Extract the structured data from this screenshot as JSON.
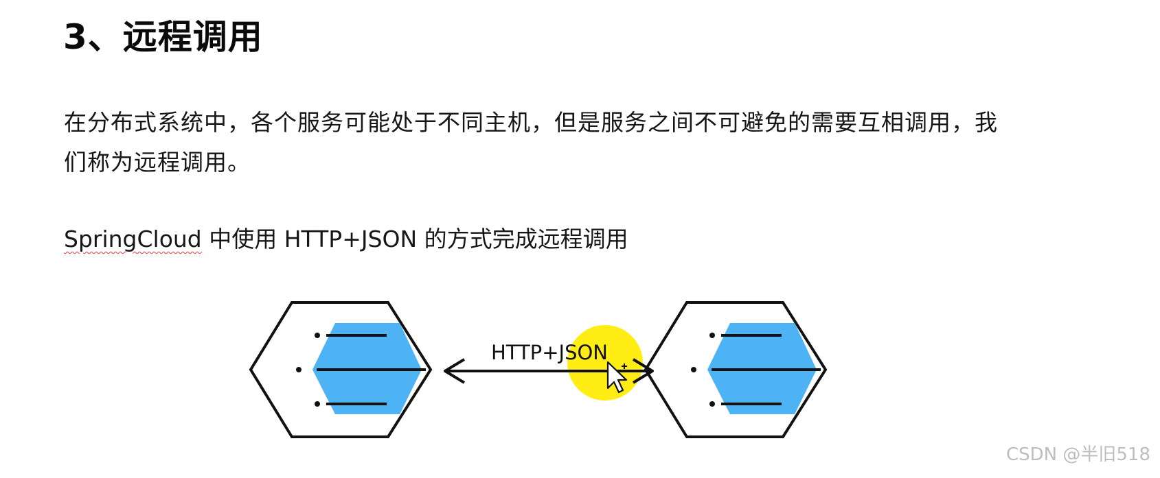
{
  "heading": "3、远程调用",
  "paragraph": {
    "line1": "在分布式系统中，各个服务可能处于不同主机，但是服务之间不可避免的需要互相调用，我",
    "line2": "们称为远程调用。"
  },
  "lead": {
    "term": "SpringCloud",
    "rest": " 中使用 HTTP+JSON 的方式完成远程调用"
  },
  "diagram": {
    "arrow_label": "HTTP+JSON",
    "left_icon": "service-hexagon-icon",
    "right_icon": "service-hexagon-icon",
    "highlight_color": "#ffeb00",
    "hex_fill_color": "#4db3f5"
  },
  "watermark": "CSDN @半旧518"
}
